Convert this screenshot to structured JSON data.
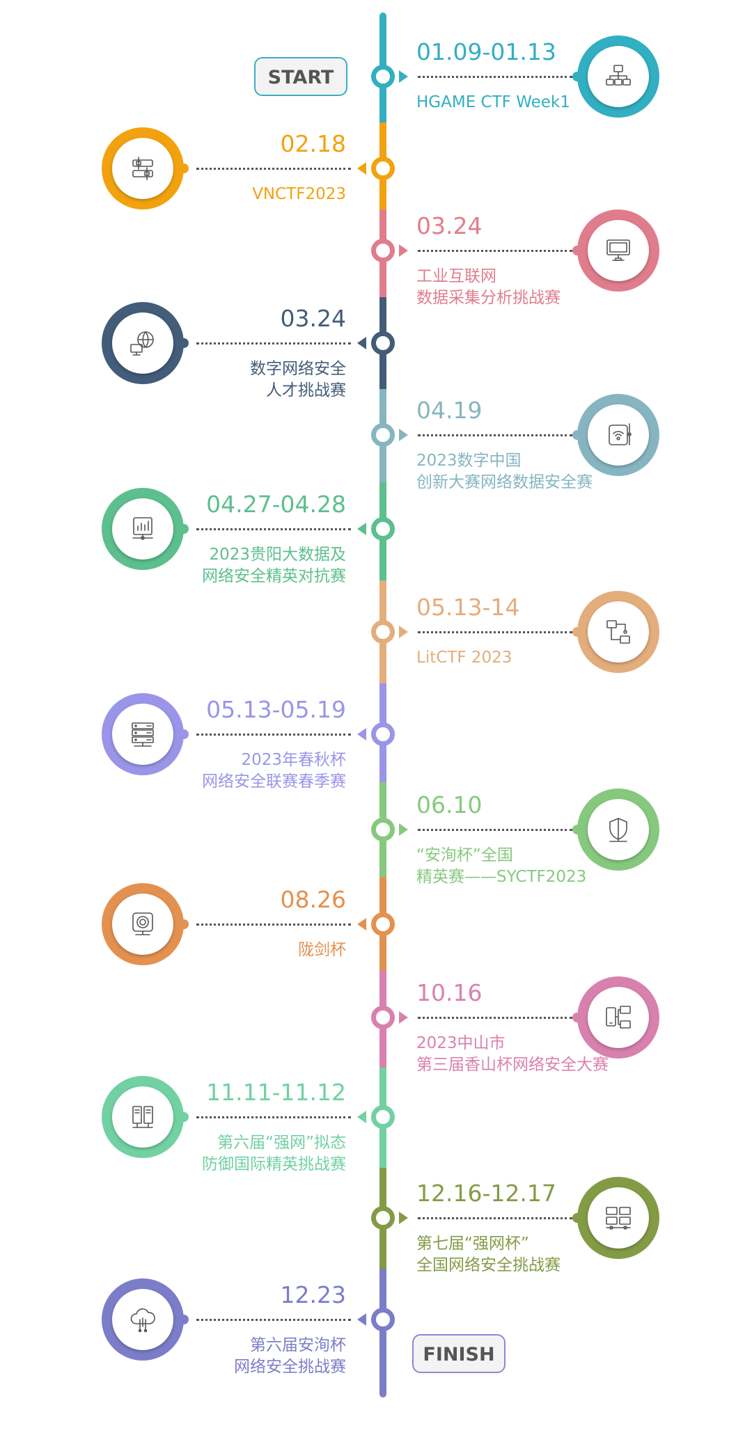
{
  "labels": {
    "start": "START",
    "finish": "FINISH"
  },
  "colors": {
    "start_pill_border": "#3AAFC0",
    "finish_pill_border": "#8F87D6",
    "dotted_line": "#555555"
  },
  "events": [
    {
      "date": "01.09-01.13",
      "name": [
        "HGAME CTF Week1"
      ],
      "color": "#32AFC2",
      "side": "right",
      "icon": "network-hierarchy-icon"
    },
    {
      "date": "02.18",
      "name": [
        "VNCTF2023"
      ],
      "color": "#F2A20F",
      "side": "left",
      "icon": "sliders-icon"
    },
    {
      "date": "03.24",
      "name": [
        "工业互联网",
        "数据采集分析挑战赛"
      ],
      "color": "#E07D8C",
      "side": "right",
      "icon": "monitor-icon"
    },
    {
      "date": "03.24",
      "name": [
        "数字网络安全",
        "人才挑战赛"
      ],
      "color": "#435C79",
      "side": "left",
      "icon": "globe-network-icon"
    },
    {
      "date": "04.19",
      "name": [
        "2023数字中国",
        "创新大赛网络数据安全赛"
      ],
      "color": "#86B5C1",
      "side": "right",
      "icon": "wifi-router-icon"
    },
    {
      "date": "04.27-04.28",
      "name": [
        "2023贵阳大数据及",
        "网络安全精英对抗赛"
      ],
      "color": "#5CBF8D",
      "side": "left",
      "icon": "bar-chart-screen-icon"
    },
    {
      "date": "05.13-14",
      "name": [
        "LitCTF 2023"
      ],
      "color": "#E3AD7C",
      "side": "right",
      "icon": "flow-connect-icon"
    },
    {
      "date": "05.13-05.19",
      "name": [
        "2023年春秋杯",
        "网络安全联赛春季赛"
      ],
      "color": "#9A95E8",
      "side": "left",
      "icon": "server-rack-icon"
    },
    {
      "date": "06.10",
      "name": [
        "“安洵杯”全国",
        "精英赛——SYCTF2023"
      ],
      "color": "#86C97E",
      "side": "right",
      "icon": "shield-icon"
    },
    {
      "date": "08.26",
      "name": [
        "陇剑杯"
      ],
      "color": "#E39150",
      "side": "left",
      "icon": "camera-device-icon"
    },
    {
      "date": "10.16",
      "name": [
        "2023中山市",
        "第三届香山杯网络安全大赛"
      ],
      "color": "#D981AE",
      "side": "right",
      "icon": "mobile-network-icon"
    },
    {
      "date": "11.11-11.12",
      "name": [
        "第六届“强网”拟态",
        "防御国际精英挑战赛"
      ],
      "color": "#71D1A2",
      "side": "left",
      "icon": "servers-icon"
    },
    {
      "date": "12.16-12.17",
      "name": [
        "第七届“强网杯”",
        "全国网络安全挑战赛"
      ],
      "color": "#849B45",
      "side": "right",
      "icon": "server-network-icon"
    },
    {
      "date": "12.23",
      "name": [
        "第六届安洵杯",
        "网络安全挑战赛"
      ],
      "color": "#7C7DC8",
      "side": "left",
      "icon": "cloud-upload-icon"
    }
  ]
}
